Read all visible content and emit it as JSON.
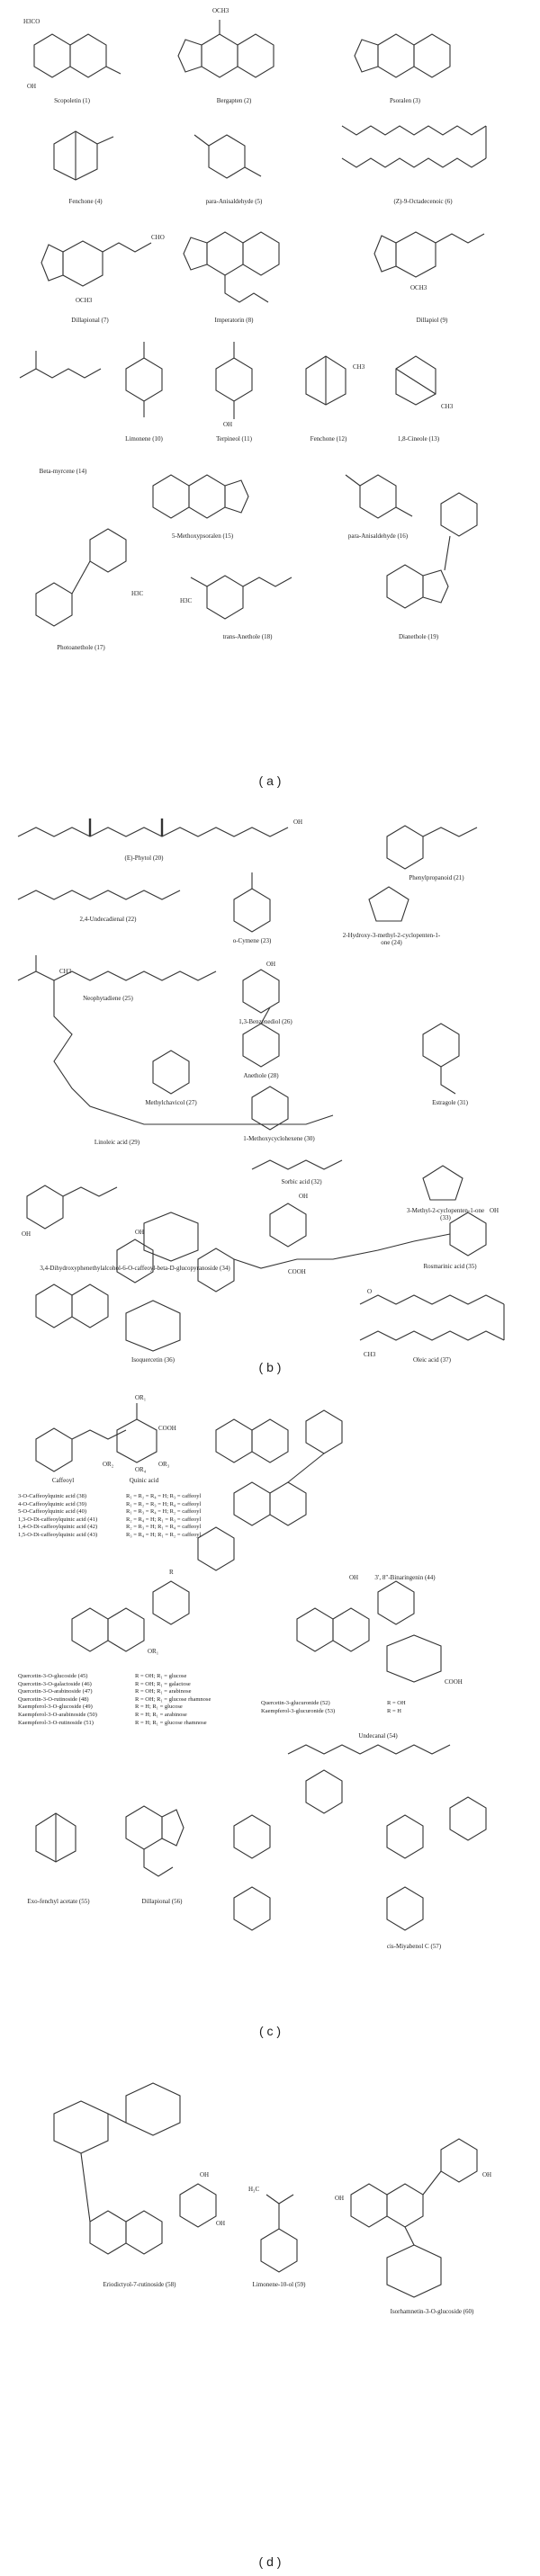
{
  "panel_a": {
    "tag": "( a )",
    "compounds": [
      {
        "name": "Scopoletin (1)"
      },
      {
        "name": "Bergapten (2)"
      },
      {
        "name": "Psoralen (3)"
      },
      {
        "name": "Fenchone (4)"
      },
      {
        "name": "para-Anisaldehyde (5)"
      },
      {
        "name": "(Z)-9-Octadecenoic (6)"
      },
      {
        "name": "Dillapional (7)"
      },
      {
        "name": "Imperatorin (8)"
      },
      {
        "name": "Dillapiol (9)"
      },
      {
        "name": "Limonene (10)"
      },
      {
        "name": "Terpineol (11)"
      },
      {
        "name": "Fenchone (12)"
      },
      {
        "name": "1,8-Cineole (13)"
      },
      {
        "name": "Beta-myrcene (14)"
      },
      {
        "name": "5-Methoxypsoralen (15)"
      },
      {
        "name": "para-Anisaldehyde (16)"
      },
      {
        "name": "Photoanethole (17)"
      },
      {
        "name": "trans-Anethole (18)"
      },
      {
        "name": "Dianethole (19)"
      }
    ],
    "groups": [
      "H3CO",
      "OH",
      "OCH3",
      "OCH3",
      "CHO",
      "OCH3",
      "H3C",
      "OH",
      "CH3",
      "CH3",
      "H3C"
    ]
  },
  "panel_b": {
    "tag": "( b )",
    "compounds": [
      {
        "name": "(E)-Phytol (20)"
      },
      {
        "name": "Phenylpropanoid (21)"
      },
      {
        "name": "2,4-Undecadienal (22)"
      },
      {
        "name": "o-Cymene (23)"
      },
      {
        "name": "2-Hydroxy-3-methyl-2-cyclopenten-1-one (24)"
      },
      {
        "name": "Neophytadiene (25)"
      },
      {
        "name": "1,3-Benzenediol (26)"
      },
      {
        "name": "Methylchavicol (27)"
      },
      {
        "name": "Anethole (28)"
      },
      {
        "name": "Estragole (31)"
      },
      {
        "name": "Linoleic acid (29)"
      },
      {
        "name": "1-Methoxycyclohexene (30)"
      },
      {
        "name": "Sorbic acid (32)"
      },
      {
        "name": "3-Methyl-2-cyclopenten-1-one (33)"
      },
      {
        "name": "3,4-Dihydroxyphenethylalcohol-6-O-caffeoyl-beta-D-glucopyranoside (34)"
      },
      {
        "name": "Rosmarinic acid (35)"
      },
      {
        "name": "Isoquercetin (36)"
      },
      {
        "name": "Oleic acid (37)"
      }
    ],
    "groups": [
      "OH",
      "OH",
      "CH3",
      "OH",
      "OH",
      "OH",
      "COOH",
      "OH",
      "CH3",
      "O"
    ]
  },
  "panel_c": {
    "tag": "( c )",
    "top_labels": [
      "Caffeoyl",
      "Quinic acid",
      "3′, 8″-Binaringenin (44)"
    ],
    "quinic_rows": [
      {
        "name": "3-O-Caffeoylquinic acid (38)",
        "sub": "R₁ = R₂ = R₄ = H; R₃ = caffeoyl"
      },
      {
        "name": "4-O-Caffeoylquinic acid (39)",
        "sub": "R₁ = R₂ = R₃ = H; R₄ = caffeoyl"
      },
      {
        "name": "5-O-Caffeoylquinic acid (40)",
        "sub": "R₁ = R₃ = R₄ = H; R₂ = caffeoyl"
      },
      {
        "name": "1,3-O-Di-caffeoylquinic acid (41)",
        "sub": "R₂ = R₄ = H; R₁ = R₃ = caffeoyl"
      },
      {
        "name": "1,4-O-Di-caffeoylquinic acid (42)",
        "sub": "R₂ = R₃ = H; R₁ = R₄ = caffeoyl"
      },
      {
        "name": "1,5-O-Di-caffeoylquinic acid (43)",
        "sub": "R₃ = R₄ = H; R₁ = R₂ = caffeoyl"
      }
    ],
    "flavonol_rows": [
      {
        "name": "Quercetin-3-O-glucoside (45)",
        "sub": "R = OH; R₁ = glucose"
      },
      {
        "name": "Quercetin-3-O-galactoside (46)",
        "sub": "R = OH; R₁ = galactose"
      },
      {
        "name": "Quercetin-3-O-arabinoside (47)",
        "sub": "R = OH; R₁ = arabinose"
      },
      {
        "name": "Quercetin-3-O-rutinoside (48)",
        "sub": "R = OH; R₁ = glucose rhamnose"
      },
      {
        "name": "Kaempferol-3-O-glucoside (49)",
        "sub": "R = H; R₁ = glucose"
      },
      {
        "name": "Kaempferol-3-O-arabinoside (50)",
        "sub": "R = H; R₁ = arabinose"
      },
      {
        "name": "Kaempferol-3-O-rutinoside (51)",
        "sub": "R = H; R₁ = glucose rhamnose"
      }
    ],
    "glucuronide_rows": [
      {
        "name": "Quercetin-3-glucuronide (52)",
        "sub": "R = OH"
      },
      {
        "name": "Kaempferol-3-glucuronide (53)",
        "sub": "R = H"
      }
    ],
    "other_labels": [
      "Undecanal (54)",
      "Exo-fenchyl acetate (55)",
      "Dillapional (56)",
      "cis-Miyabenol C (57)"
    ],
    "groups": [
      "OR₁",
      "COOH",
      "OR₂",
      "OR₃",
      "OR₄",
      "R",
      "OR₁",
      "COOH",
      "OH"
    ]
  },
  "panel_d": {
    "tag": "( d )",
    "compounds": [
      {
        "name": "Eriodictyol-7-rutinoside (58)"
      },
      {
        "name": "Limonene-10-ol (59)"
      },
      {
        "name": "Isorhamnetin-3-O-glucoside (60)"
      }
    ],
    "groups": [
      "OH",
      "OH",
      "H₃C",
      "OH",
      "OH"
    ]
  }
}
